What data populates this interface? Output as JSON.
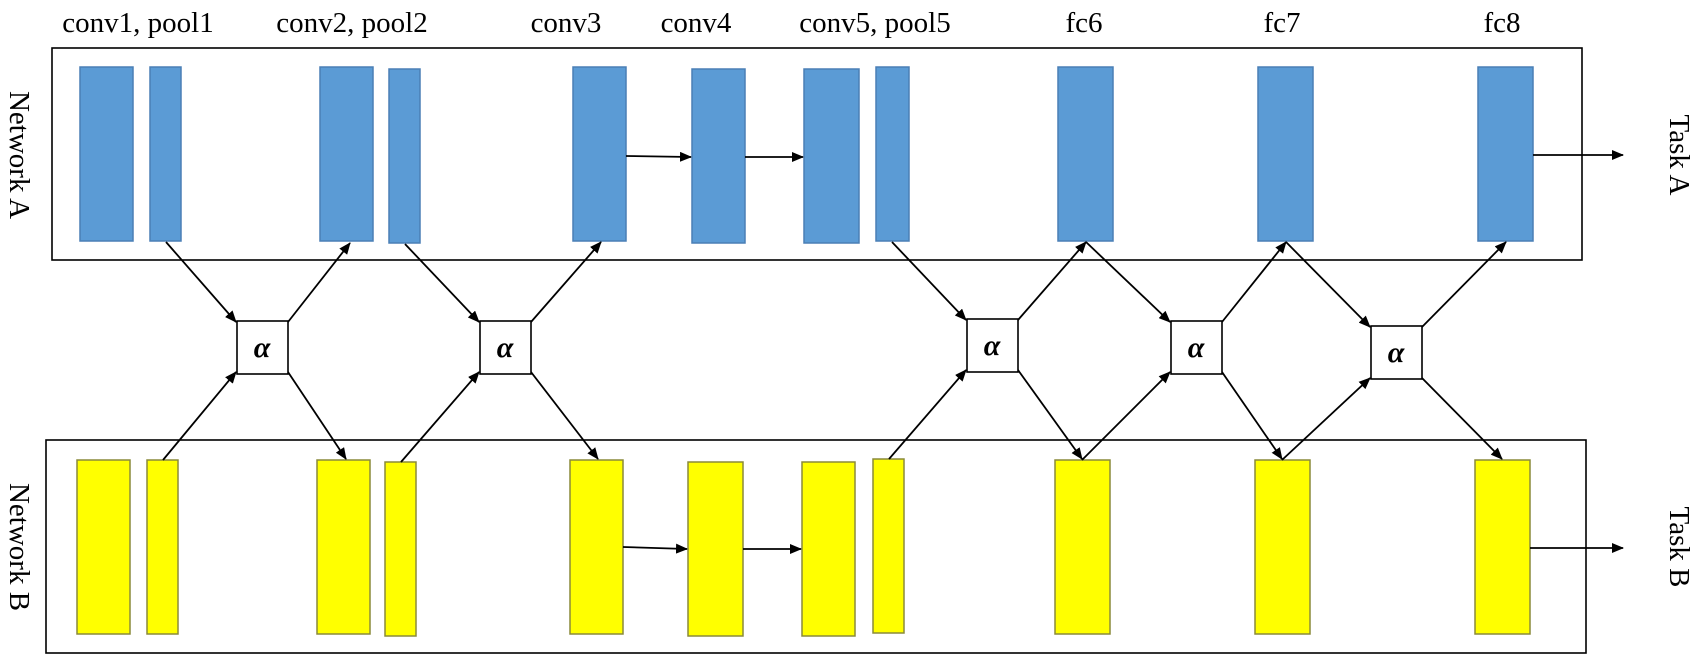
{
  "layer_labels": [
    "conv1, pool1",
    "conv2, pool2",
    "conv3",
    "conv4",
    "conv5, pool5",
    "fc6",
    "fc7",
    "fc8"
  ],
  "networks": {
    "a": {
      "label": "Network A",
      "task": "Task A",
      "color": "#5b9bd5"
    },
    "b": {
      "label": "Network B",
      "task": "Task B",
      "color": "#ffff00"
    }
  },
  "cross_stitch_symbol": "α",
  "cross_stitch_units": [
    {
      "between": [
        "pool1",
        "conv2"
      ]
    },
    {
      "between": [
        "pool2",
        "conv3"
      ]
    },
    {
      "between": [
        "pool5",
        "fc6"
      ]
    },
    {
      "between": [
        "fc6",
        "fc7"
      ]
    },
    {
      "between": [
        "fc7",
        "fc8"
      ]
    }
  ]
}
